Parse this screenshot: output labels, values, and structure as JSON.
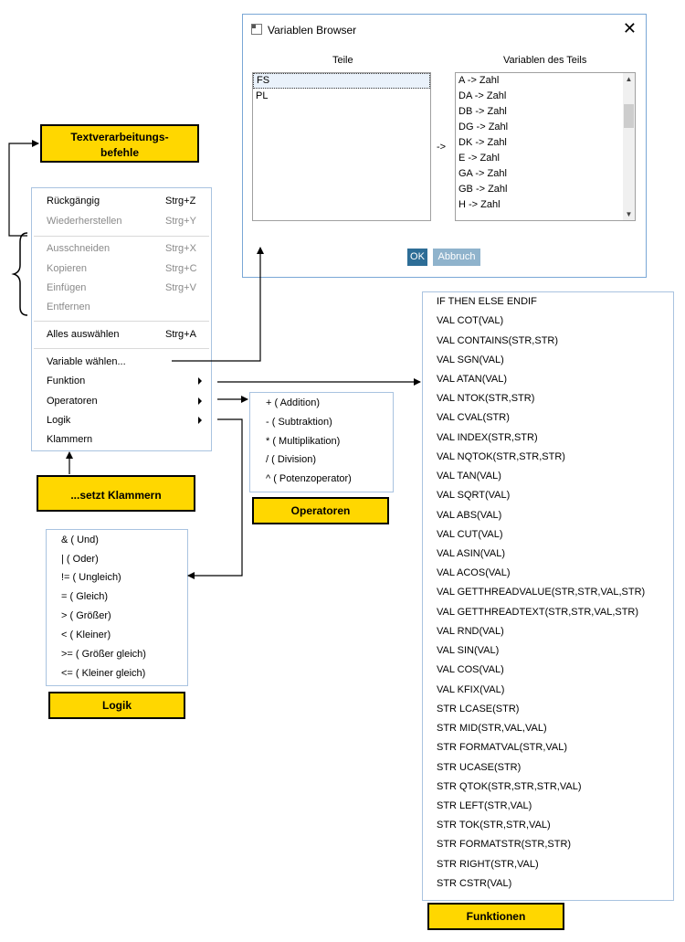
{
  "dialog": {
    "title": "Variablen Browser",
    "close_glyph": "✕",
    "teile_header": "Teile",
    "variablen_header": "Variablen des Teils",
    "arrow_label": "->",
    "teile": [
      "FS",
      "PL"
    ],
    "variablen": [
      "A -> Zahl",
      "DA -> Zahl",
      "DB -> Zahl",
      "DG -> Zahl",
      "DK -> Zahl",
      "E -> Zahl",
      "GA -> Zahl",
      "GB -> Zahl",
      "H -> Zahl"
    ],
    "ok_label": "OK",
    "abbruch_label": "Abbruch"
  },
  "context_menu": {
    "undo": {
      "label": "Rückgängig",
      "shortcut": "Strg+Z"
    },
    "redo": {
      "label": "Wiederherstellen",
      "shortcut": "Strg+Y"
    },
    "cut": {
      "label": "Ausschneiden",
      "shortcut": "Strg+X"
    },
    "copy": {
      "label": "Kopieren",
      "shortcut": "Strg+C"
    },
    "paste": {
      "label": "Einfügen",
      "shortcut": "Strg+V"
    },
    "delete": {
      "label": "Entfernen"
    },
    "select_all": {
      "label": "Alles auswählen",
      "shortcut": "Strg+A"
    },
    "variable": {
      "label": "Variable wählen..."
    },
    "funktion": {
      "label": "Funktion"
    },
    "operatoren": {
      "label": "Operatoren"
    },
    "logik": {
      "label": "Logik"
    },
    "klammern": {
      "label": "Klammern"
    }
  },
  "operatoren": [
    "+ ( Addition)",
    "- ( Subtraktion)",
    "* ( Multiplikation)",
    "/ ( Division)",
    "^ ( Potenzoperator)"
  ],
  "logik": [
    "& ( Und)",
    "| ( Oder)",
    "!= ( Ungleich)",
    "= ( Gleich)",
    "> ( Größer)",
    "< ( Kleiner)",
    ">= ( Größer gleich)",
    "<= ( Kleiner gleich)"
  ],
  "funktionen": [
    "IF THEN ELSE ENDIF",
    "VAL COT(VAL)",
    "VAL CONTAINS(STR,STR)",
    "VAL SGN(VAL)",
    "VAL ATAN(VAL)",
    "VAL NTOK(STR,STR)",
    "VAL CVAL(STR)",
    "VAL INDEX(STR,STR)",
    "VAL NQTOK(STR,STR,STR)",
    "VAL TAN(VAL)",
    "VAL SQRT(VAL)",
    "VAL ABS(VAL)",
    "VAL CUT(VAL)",
    "VAL ASIN(VAL)",
    "VAL ACOS(VAL)",
    "VAL GETTHREADVALUE(STR,STR,VAL,STR)",
    "VAL GETTHREADTEXT(STR,STR,VAL,STR)",
    "VAL RND(VAL)",
    "VAL SIN(VAL)",
    "VAL COS(VAL)",
    "VAL KFIX(VAL)",
    "STR LCASE(STR)",
    "STR MID(STR,VAL,VAL)",
    "STR FORMATVAL(STR,VAL)",
    "STR UCASE(STR)",
    "STR QTOK(STR,STR,STR,VAL)",
    "STR LEFT(STR,VAL)",
    "STR TOK(STR,STR,VAL)",
    "STR FORMATSTR(STR,STR)",
    "STR RIGHT(STR,VAL)",
    "STR CSTR(VAL)"
  ],
  "callouts": {
    "textverarbeitung_line1": "Textverarbeitungs-",
    "textverarbeitung_line2": "befehle",
    "klammern": "...setzt Klammern",
    "operatoren": "Operatoren",
    "logik": "Logik",
    "funktionen": "Funktionen"
  },
  "colors": {
    "callout_bg": "#ffd700",
    "ok_button": "#2d6d96",
    "abbruch_button": "#8fb3cc",
    "menu_border": "#a9c3e0"
  }
}
